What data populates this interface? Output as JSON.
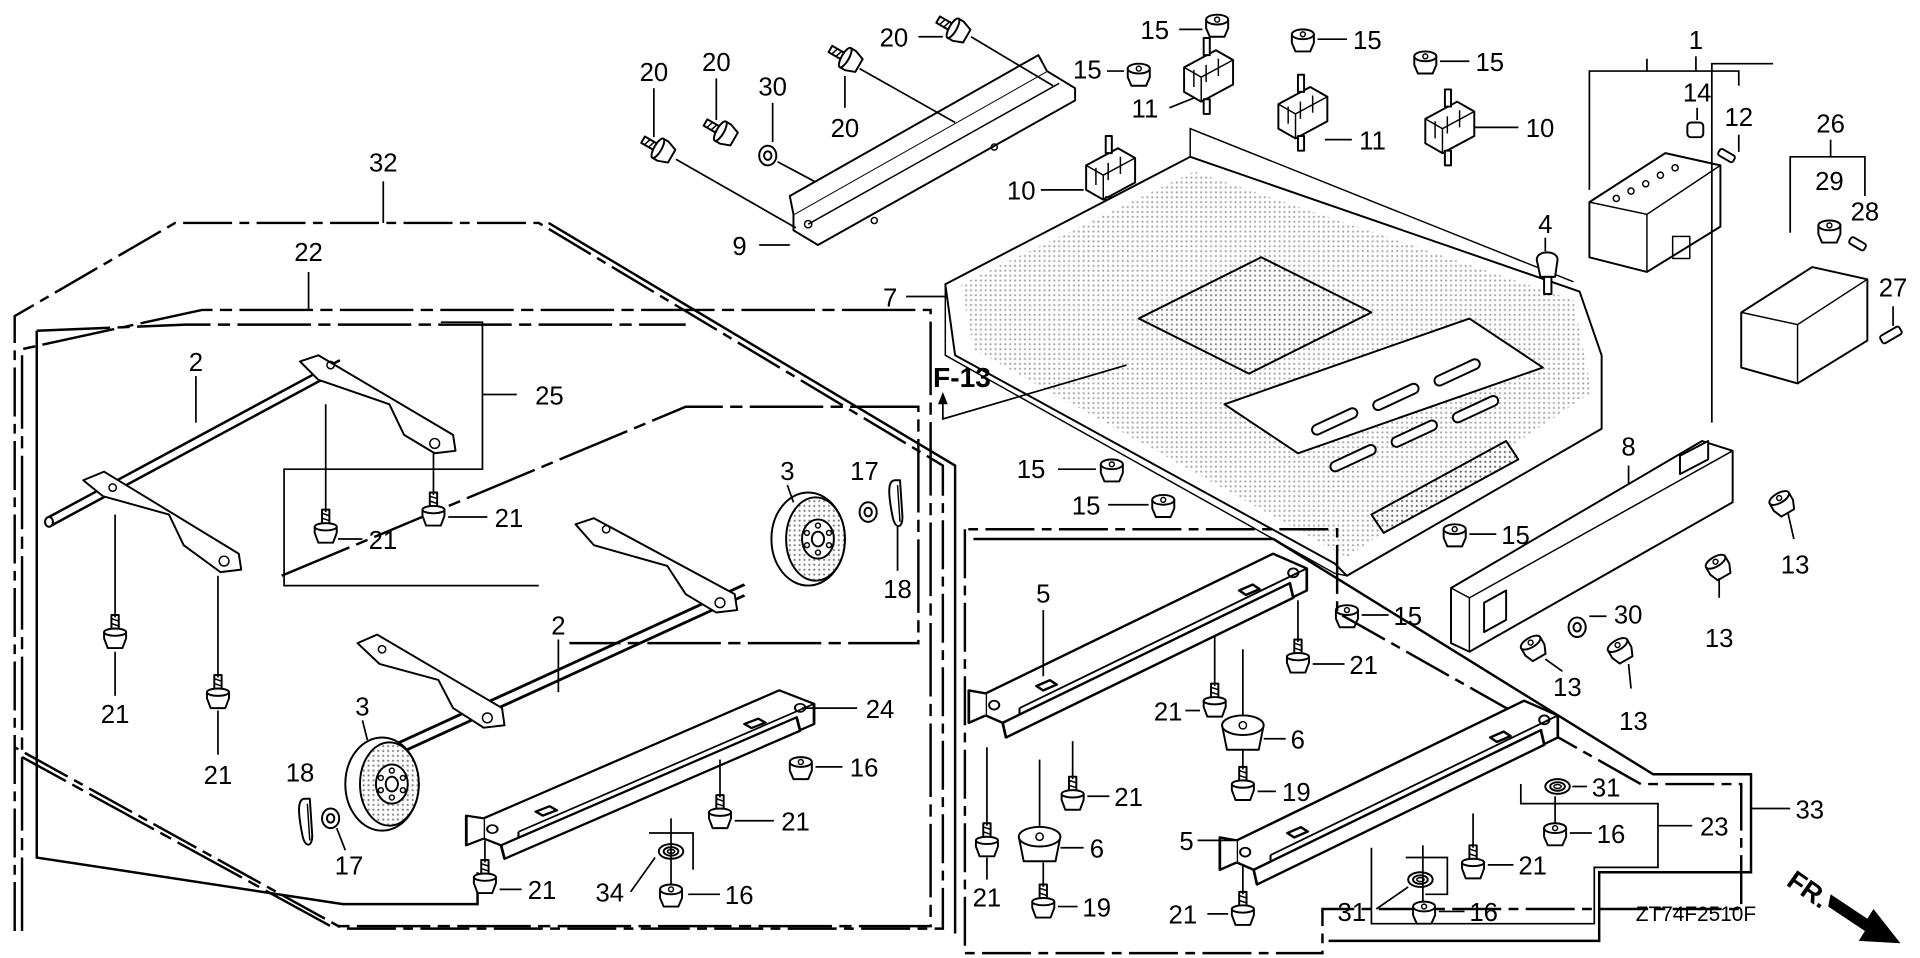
{
  "diagram": {
    "title": "Frame / Battery / Wheel Kit parts diagram",
    "diagram_code": "ZT74F2510F",
    "reference": "F-13",
    "direction_label": "FR.",
    "callouts": {
      "c1": "1",
      "c2a": "2",
      "c2b": "2",
      "c3a": "3",
      "c3b": "3",
      "c4": "4",
      "c5a": "5",
      "c5b": "5",
      "c6a": "6",
      "c6b": "6",
      "c7": "7",
      "c8": "8",
      "c9": "9",
      "c10a": "10",
      "c10b": "10",
      "c11a": "11",
      "c11b": "11",
      "c12": "12",
      "c13a": "13",
      "c13b": "13",
      "c13c": "13",
      "c13d": "13",
      "c14": "14",
      "c15a": "15",
      "c15b": "15",
      "c15c": "15",
      "c15d": "15",
      "c15e": "15",
      "c15f": "15",
      "c15g": "15",
      "c15h": "15",
      "c16a": "16",
      "c16b": "16",
      "c16c": "16",
      "c16d": "16",
      "c17a": "17",
      "c17b": "17",
      "c18a": "18",
      "c18b": "18",
      "c19a": "19",
      "c19b": "19",
      "c20a": "20",
      "c20b": "20",
      "c20c": "20",
      "c20d": "20",
      "c21a": "21",
      "c21b": "21",
      "c21c": "21",
      "c21d": "21",
      "c21e": "21",
      "c21f": "21",
      "c21g": "21",
      "c21h": "21",
      "c21i": "21",
      "c21j": "21",
      "c21k": "21",
      "c21l": "21",
      "c22": "22",
      "c23": "23",
      "c24": "24",
      "c25": "25",
      "c26": "26",
      "c27": "27",
      "c28": "28",
      "c29": "29",
      "c30a": "30",
      "c30b": "30",
      "c31a": "31",
      "c31b": "31",
      "c32": "32",
      "c33": "33",
      "c34": "34"
    }
  }
}
